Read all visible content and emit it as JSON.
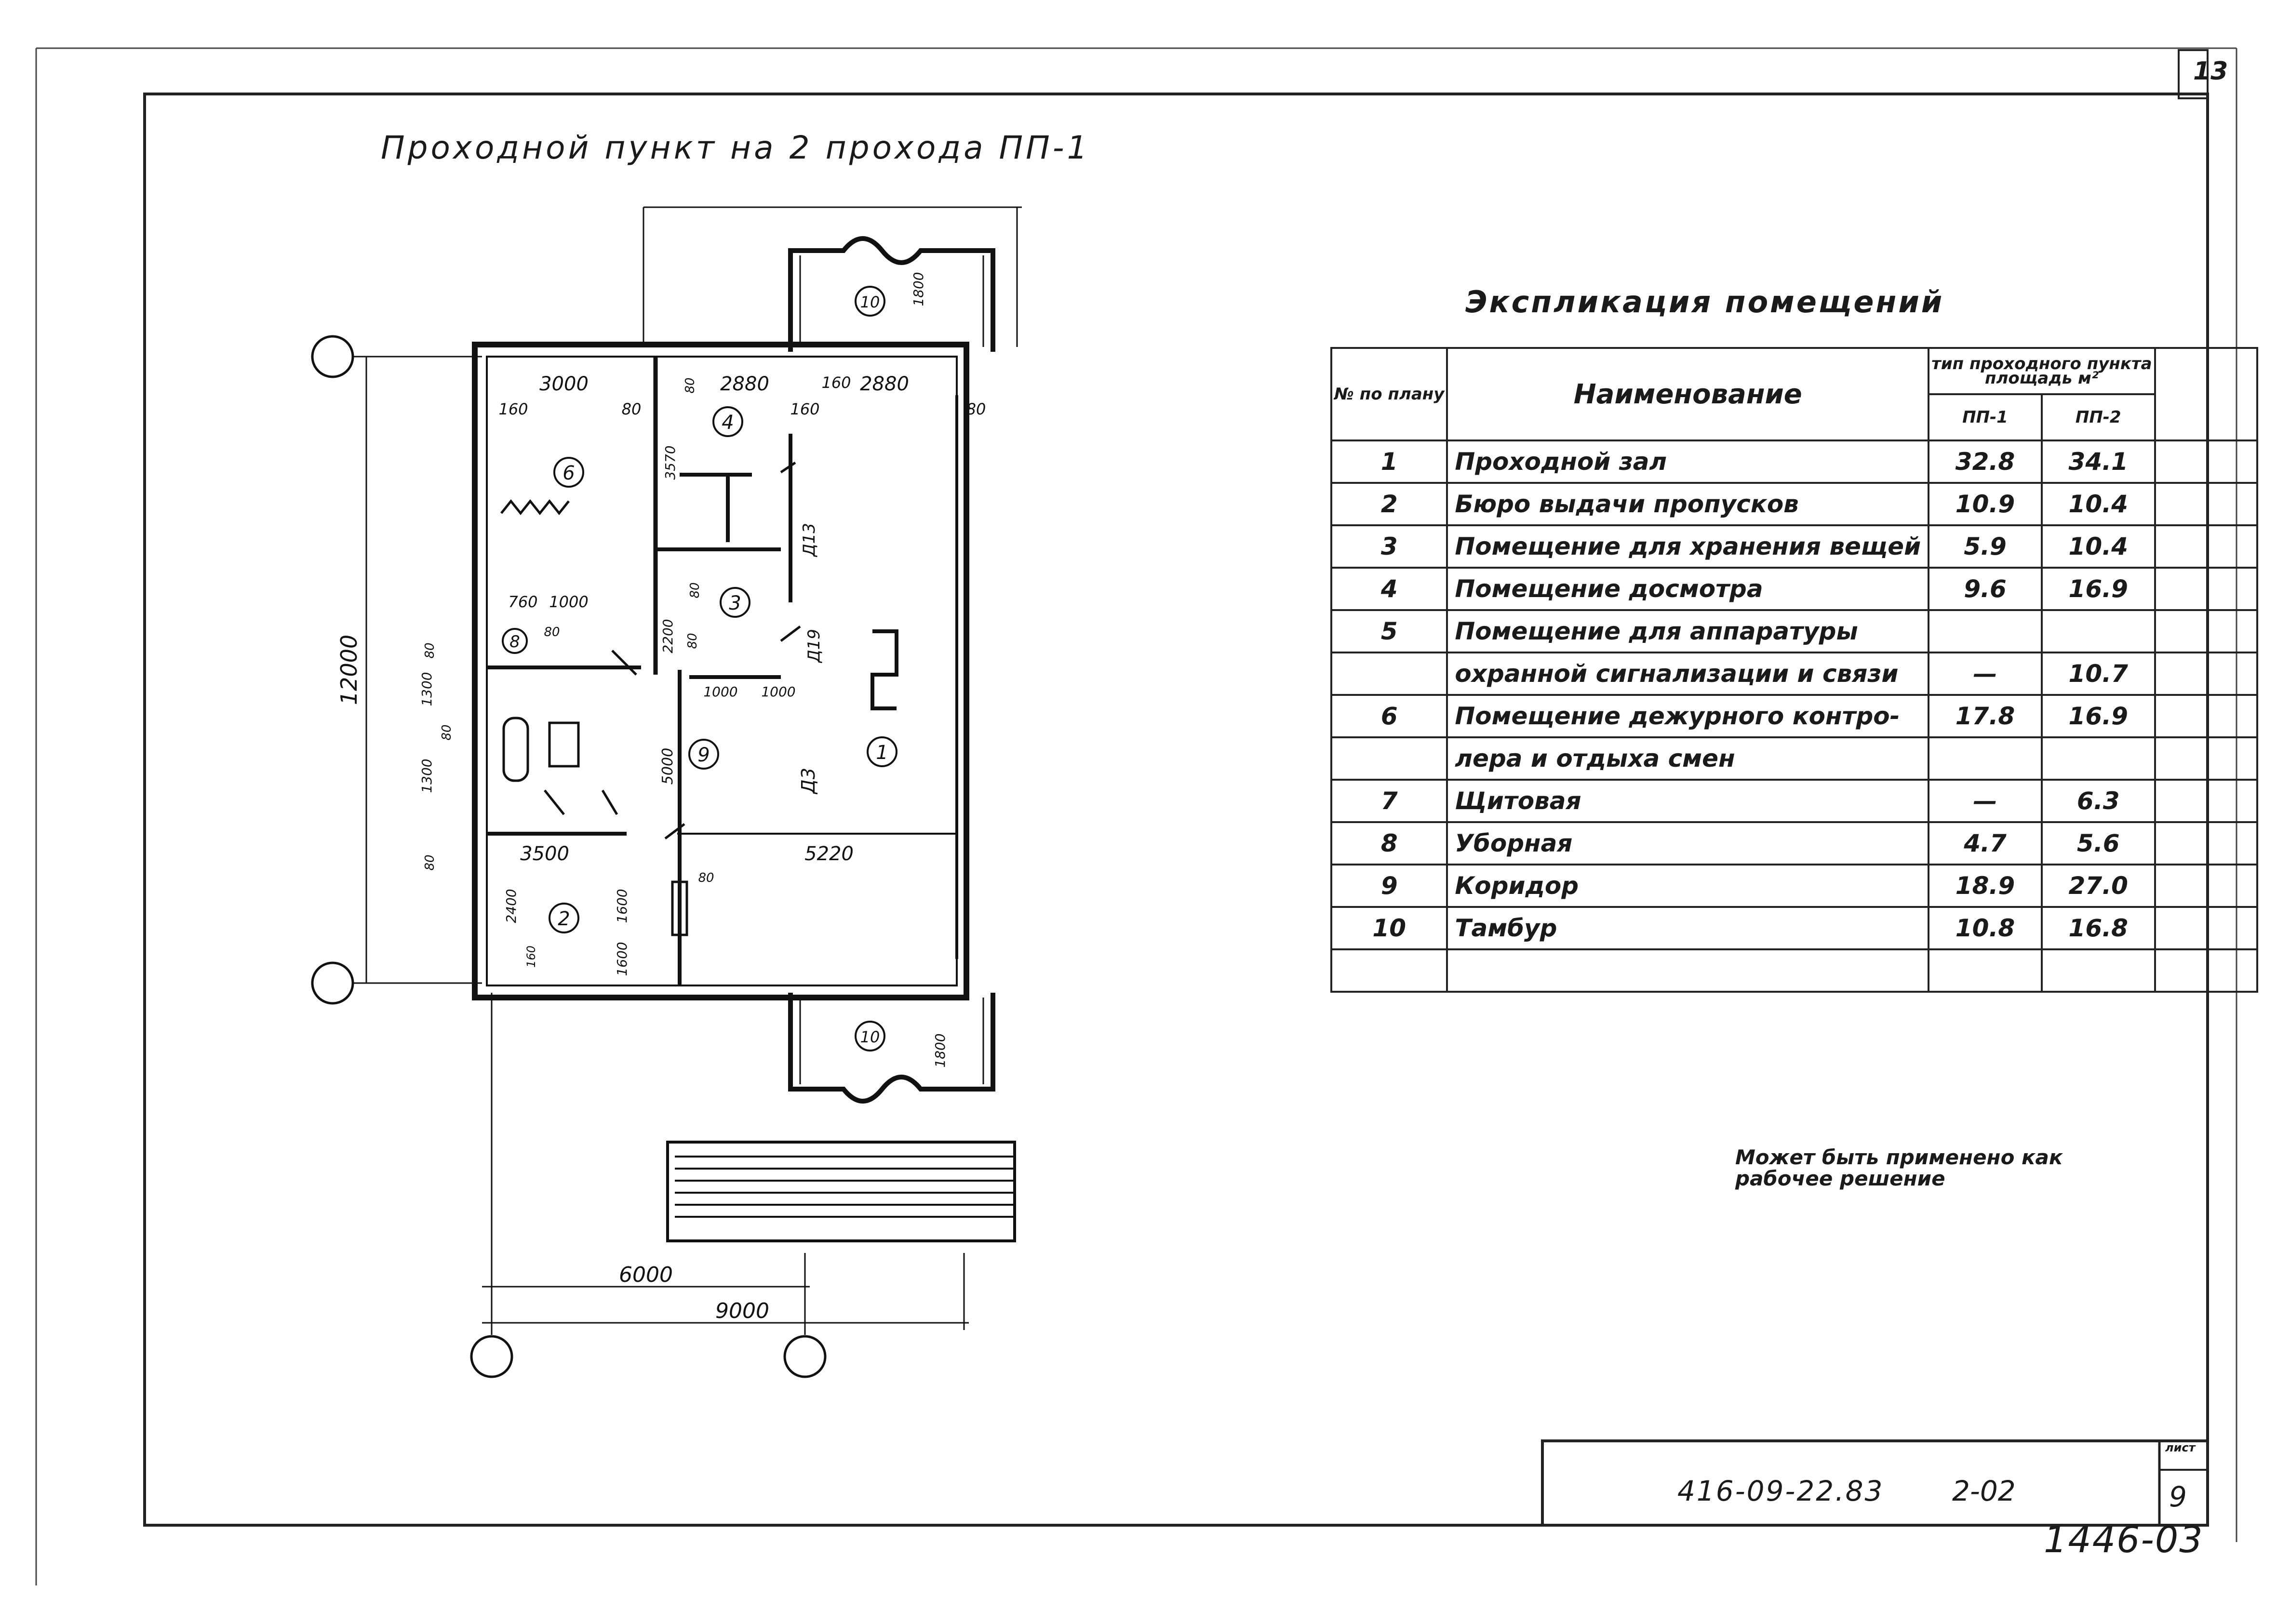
{
  "drawing": {
    "title": "Проходной пункт на 2 прохода ПП-1",
    "dimensions": {
      "overall_height": "12000",
      "bottom_1": "6000",
      "bottom_2": "9000",
      "top_1": "3000",
      "top_2": "2880",
      "top_3": "2880",
      "top_4": "160",
      "top_5": "80",
      "top_6": "160",
      "top_7": "80",
      "top_8": "80",
      "top_9": "160",
      "w_760": "760",
      "w_1000": "1000",
      "w_3500": "3500",
      "w_5220": "5220",
      "d_1000a": "1000",
      "d_1000b": "1000",
      "v_1300a": "1300",
      "v_1300b": "1300",
      "v_80a": "80",
      "v_80b": "80",
      "v_80c": "80",
      "v_3570": "3570",
      "v_2200": "2200",
      "v_5000": "5000",
      "v_2400": "2400",
      "v_1600": "1600",
      "v_1800a": "1800",
      "v_1800b": "1800",
      "v_80d": "80",
      "v_80e": "80",
      "v_80f": "80",
      "v_80g": "80",
      "v_160": "160",
      "v_1600b": "1600",
      "d13": "Д13",
      "d19": "Д19",
      "d3": "Д3",
      "room_1": "1",
      "room_2": "2",
      "room_3": "3",
      "room_4": "4",
      "room_6": "6",
      "room_8": "8",
      "room_9": "9",
      "room_10a": "10",
      "room_10b": "10"
    }
  },
  "explication": {
    "title": "Экспликация помещений",
    "header": {
      "num": "№ по плану",
      "name": "Наименование",
      "type": "тип проходного пункта",
      "area": "площадь м²",
      "pp1": "ПП-1",
      "pp2": "ПП-2"
    },
    "rows": [
      {
        "num": "1",
        "name": "Проходной зал",
        "pp1": "32.8",
        "pp2": "34.1"
      },
      {
        "num": "2",
        "name": "Бюро выдачи пропусков",
        "pp1": "10.9",
        "pp2": "10.4"
      },
      {
        "num": "3",
        "name": "Помещение для хранения вещей",
        "pp1": "5.9",
        "pp2": "10.4"
      },
      {
        "num": "4",
        "name": "Помещение досмотра",
        "pp1": "9.6",
        "pp2": "16.9"
      },
      {
        "num": "5",
        "name": "Помещение для аппаратуры",
        "pp1": "",
        "pp2": ""
      },
      {
        "num": "",
        "name": "охранной сигнализации и связи",
        "pp1": "—",
        "pp2": "10.7"
      },
      {
        "num": "6",
        "name": "Помещение дежурного контро-",
        "pp1": "17.8",
        "pp2": "16.9"
      },
      {
        "num": "",
        "name": "лера и отдыха смен",
        "pp1": "",
        "pp2": ""
      },
      {
        "num": "7",
        "name": "Щитовая",
        "pp1": "—",
        "pp2": "6.3"
      },
      {
        "num": "8",
        "name": "Уборная",
        "pp1": "4.7",
        "pp2": "5.6"
      },
      {
        "num": "9",
        "name": "Коридор",
        "pp1": "18.9",
        "pp2": "27.0"
      },
      {
        "num": "10",
        "name": "Тамбур",
        "pp1": "10.8",
        "pp2": "16.8"
      },
      {
        "num": "",
        "name": "",
        "pp1": "",
        "pp2": ""
      }
    ]
  },
  "note": "Может быть применено как рабочее решение",
  "stamp": {
    "code": "416-09-22.83",
    "section": "2-02",
    "sheet_label": "лист",
    "sheet_num": "9"
  },
  "corner_num": "13",
  "archive_num": "1446-03"
}
